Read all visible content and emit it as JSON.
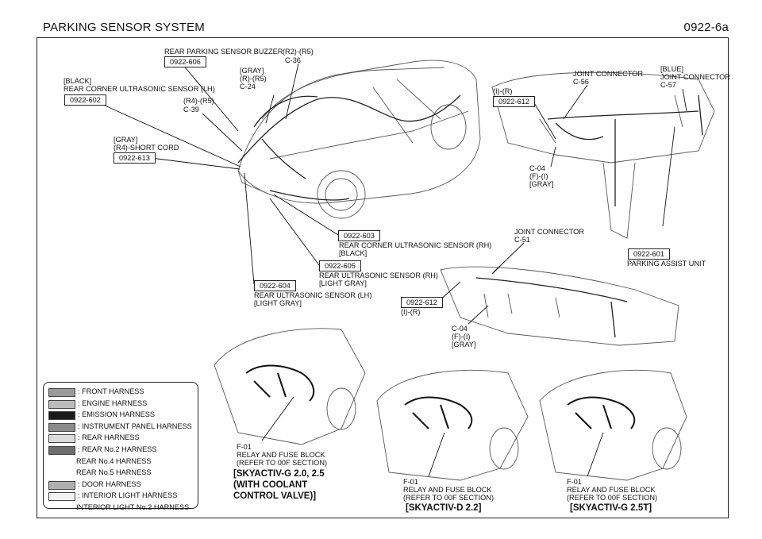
{
  "header": {
    "title": "PARKING SENSOR SYSTEM",
    "code": "0922-6a"
  },
  "labels": {
    "buzzer": {
      "box": "0922-606",
      "name": "REAR PARKING SENSOR BUZZER",
      "conn": "(R2)-(R5)",
      "cid": "C-36"
    },
    "gray_r_r5": {
      "l1": "[GRAY]",
      "l2": "(R)-(R5)",
      "l3": "C-24"
    },
    "corner_lh": {
      "l1": "[BLACK]",
      "l2": "REAR CORNER ULTRASONIC SENSOR (LH)",
      "box": "0922-602"
    },
    "r4_r5": {
      "l1": "(R4)-(R5)",
      "l2": "C-39"
    },
    "short_cord": {
      "l1": "[GRAY]",
      "l2": "(R4)-SHORT CORD",
      "box": "0922-613"
    },
    "corner_rh": {
      "box": "0922-603",
      "l1": "REAR CORNER ULTRASONIC SENSOR (RH)",
      "l2": "[BLACK]"
    },
    "sensor_rh": {
      "box": "0922-605",
      "l1": "REAR ULTRASONIC SENSOR (RH)",
      "l2": "[LIGHT GRAY]"
    },
    "sensor_lh": {
      "box": "0922-604",
      "l1": "REAR ULTRASONIC SENSOR (LH)",
      "l2": "[LIGHT GRAY]"
    },
    "ip_top": {
      "l1": "(I)-(R)",
      "box": "0922-612",
      "jc": "JOINT CONNECTOR",
      "c56": "C-56",
      "blue": "[BLUE]",
      "jc2": "JOINT CONNECTOR",
      "c57": "C-57",
      "c04": "C-04",
      "fi": "(F)-(I)",
      "gray": "[GRAY]",
      "pau_box": "0922-601",
      "pau": "PARKING ASSIST UNIT"
    },
    "ip_mid": {
      "jc": "JOINT CONNECTOR",
      "c51": "C-51",
      "box": "0922-612",
      "ir": "(I)-(R)",
      "c04": "C-04",
      "fi": "(F)-(I)",
      "gray": "[GRAY]"
    }
  },
  "engines": [
    {
      "f01": "F-01",
      "relay": "RELAY AND FUSE BLOCK",
      "refer": "(REFER TO 00F SECTION)",
      "cap1": "[SKYACTIV-G 2.0, 2.5",
      "cap2": "(WITH COOLANT",
      "cap3": "CONTROL VALVE)]"
    },
    {
      "f01": "F-01",
      "relay": "RELAY AND FUSE BLOCK",
      "refer": "(REFER TO 00F SECTION)",
      "cap1": "[SKYACTIV-D 2.2]"
    },
    {
      "f01": "F-01",
      "relay": "RELAY AND FUSE BLOCK",
      "refer": "(REFER TO 00F SECTION)",
      "cap1": "[SKYACTIV-G 2.5T]"
    }
  ],
  "legend": [
    {
      "label": ": FRONT HARNESS",
      "color": "#9a9a9a"
    },
    {
      "label": ": ENGINE HARNESS",
      "color": "#bdbdbd"
    },
    {
      "label": ": EMISSION HARNESS",
      "color": "#1a1a1a"
    },
    {
      "label": ": INSTRUMENT PANEL HARNESS",
      "color": "#8a8a8a"
    },
    {
      "label": ": REAR HARNESS",
      "color": "#dcdcdc"
    },
    {
      "label": ": REAR No.2 HARNESS",
      "color": "#6e6e6e"
    },
    {
      "label": "REAR No.4 HARNESS",
      "color": ""
    },
    {
      "label": "REAR No.5 HARNESS",
      "color": ""
    },
    {
      "label": ": DOOR HARNESS",
      "color": "#b0b0b0"
    },
    {
      "label": ": INTERIOR LIGHT HARNESS",
      "color": "#f2f2f2"
    },
    {
      "label": "INTERIOR LIGHT No.2 HARNESS",
      "color": ""
    }
  ]
}
